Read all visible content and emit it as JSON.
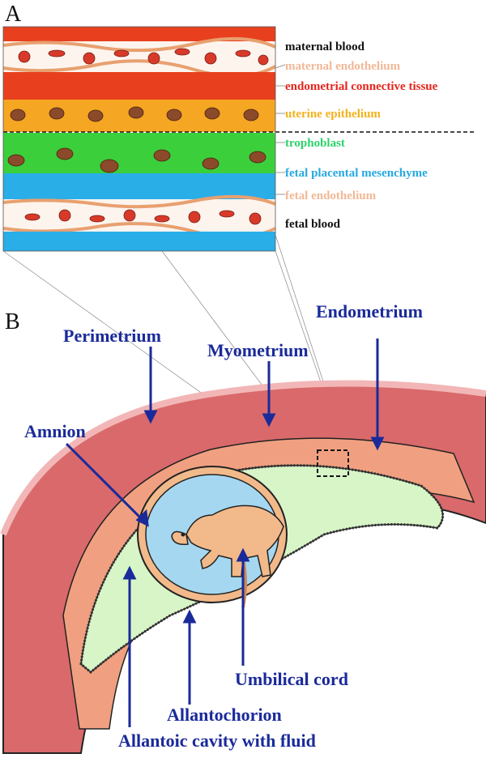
{
  "panel_a": {
    "letter": "A",
    "layers": [
      {
        "label": "maternal blood",
        "color": "#111111"
      },
      {
        "label": "maternal endothelium",
        "color": "#f2b896"
      },
      {
        "label": "endometrial connective tissue",
        "color": "#e8231b"
      },
      {
        "label": "uterine epithelium",
        "color": "#f2b21e"
      },
      {
        "label": "trophoblast",
        "color": "#2bd36a"
      },
      {
        "label": "fetal placental mesenchyme",
        "color": "#25a9e0"
      },
      {
        "label": "fetal endothelium",
        "color": "#f2b896"
      },
      {
        "label": "fetal blood",
        "color": "#111111"
      }
    ]
  },
  "panel_b": {
    "letter": "B",
    "labels": [
      {
        "key": "perimetrium",
        "text": "Perimetrium"
      },
      {
        "key": "myometrium",
        "text": "Myometrium"
      },
      {
        "key": "endometrium",
        "text": "Endometrium"
      },
      {
        "key": "amnion",
        "text": "Amnion"
      },
      {
        "key": "umbilical",
        "text": "Umbilical cord"
      },
      {
        "key": "allantochorion",
        "text": "Allantochorion"
      },
      {
        "key": "allantoic",
        "text": "Allantoic cavity with fluid"
      }
    ],
    "label_color": "#1a2a9a"
  }
}
